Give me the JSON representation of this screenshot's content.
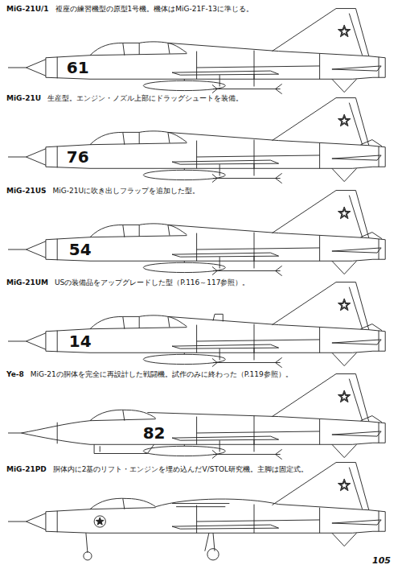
{
  "diagram": {
    "labels": [
      "MiG-21U/1",
      "複座の練習機型の原型1号機。機体はMiG-21F-13に準じる。",
      "61",
      "MiG-21U",
      "生産型。エンジン・ノズル上部にドラッグシュートを装備。",
      "76",
      "MiG-21US",
      "MiG-21Uに吹き出しフラップを追加した型。",
      "54",
      "MiG-21UM",
      "USの装備品をアップグレードした型（P.116～117参照）。",
      "14",
      "Ye-8",
      "MiG-21の胴体を完全に再設計した戦闘機。試作のみに終わった（P.119参照）。",
      "82",
      "MiG-21PD",
      "胴体内に2基のリフト・エンジンを埋め込んだV/STOL研究機。主脚は固定式。",
      "105"
    ]
  }
}
